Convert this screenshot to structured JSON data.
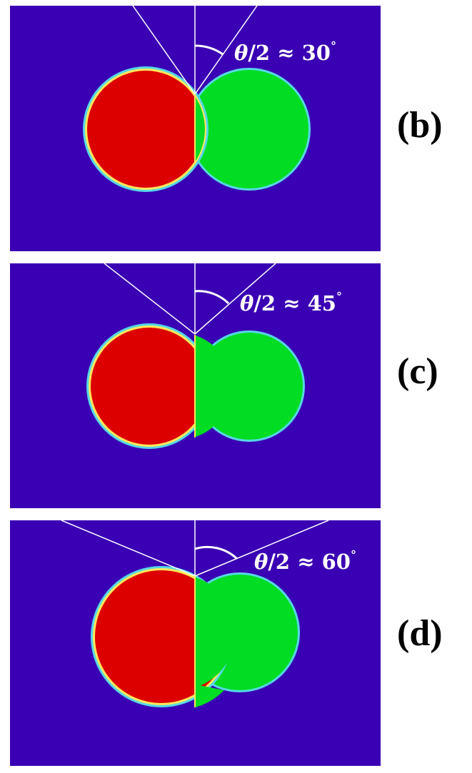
{
  "colors": {
    "background": "#3a00b4",
    "left_phase": "#dd0000",
    "right_phase": "#00dd22",
    "interface_rim": "#ffe85a",
    "lines": "#ffffff"
  },
  "panels": [
    {
      "letter": "(b)",
      "theta": "θ",
      "rest": "/2 ≈ 30",
      "deg": "°",
      "half_angle_deg": 30
    },
    {
      "letter": "(c)",
      "theta": "θ",
      "rest": "/2 ≈ 45",
      "deg": "°",
      "half_angle_deg": 45
    },
    {
      "letter": "(d)",
      "theta": "θ",
      "rest": "/2 ≈ 60",
      "deg": "°",
      "half_angle_deg": 60
    }
  ]
}
